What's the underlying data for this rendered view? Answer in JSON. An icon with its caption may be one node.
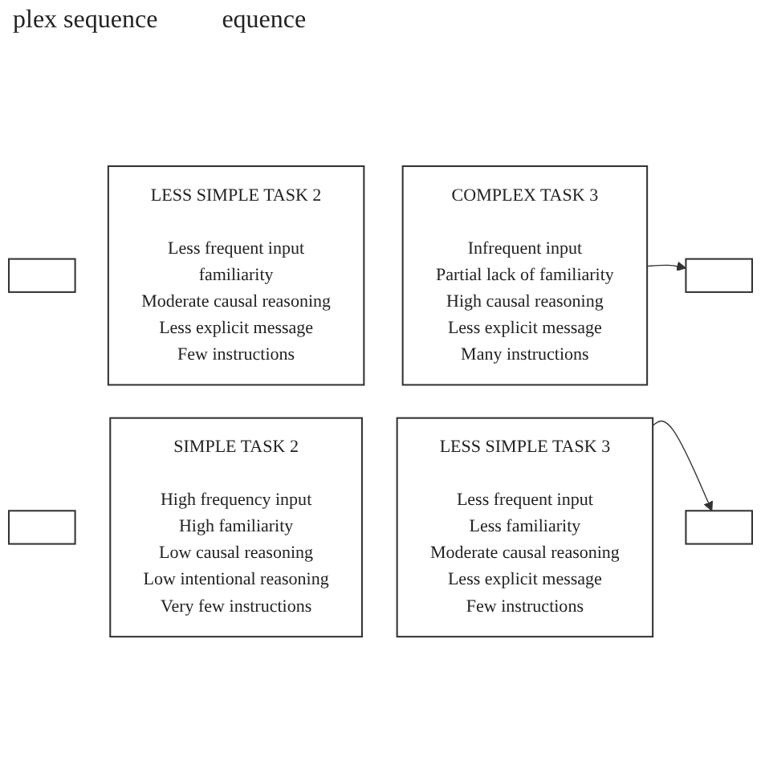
{
  "diagram": {
    "nodes": [
      {
        "text": [],
        "shape": "box"
      },
      {
        "text": [
          "LESS SIMPLE TASK 2",
          "Less frequent input",
          "familiarity",
          "Moderate causal reasoning",
          "Less explicit message",
          "Few instructions"
        ]
      },
      {
        "text": [
          "COMPLEX TASK 3",
          "Infrequent input",
          "Partial lack of familiarity",
          "High causal reasoning",
          "Less explicit message",
          "Many instructions"
        ]
      },
      {
        "text": [],
        "shape": "box"
      },
      {
        "text": [],
        "shape": "box"
      },
      {
        "text": [
          "SIMPLE TASK 2",
          "High frequency input",
          "High familiarity",
          "Low causal reasoning",
          "Low intentional reasoning",
          "Very few instructions"
        ]
      },
      {
        "text": [
          "LESS SIMPLE TASK 3",
          "Less frequent input",
          "Less familiarity",
          "Moderate causal reasoning",
          "Less explicit message",
          "Few instructions"
        ]
      },
      {
        "text": [],
        "shape": "box"
      }
    ],
    "edges": [
      {
        "from": 2,
        "to": 3,
        "arrow": "to"
      },
      {
        "from": 6,
        "to": 7,
        "arrow": "to"
      }
    ],
    "labels": [
      "plex sequence",
      "equence"
    ]
  }
}
